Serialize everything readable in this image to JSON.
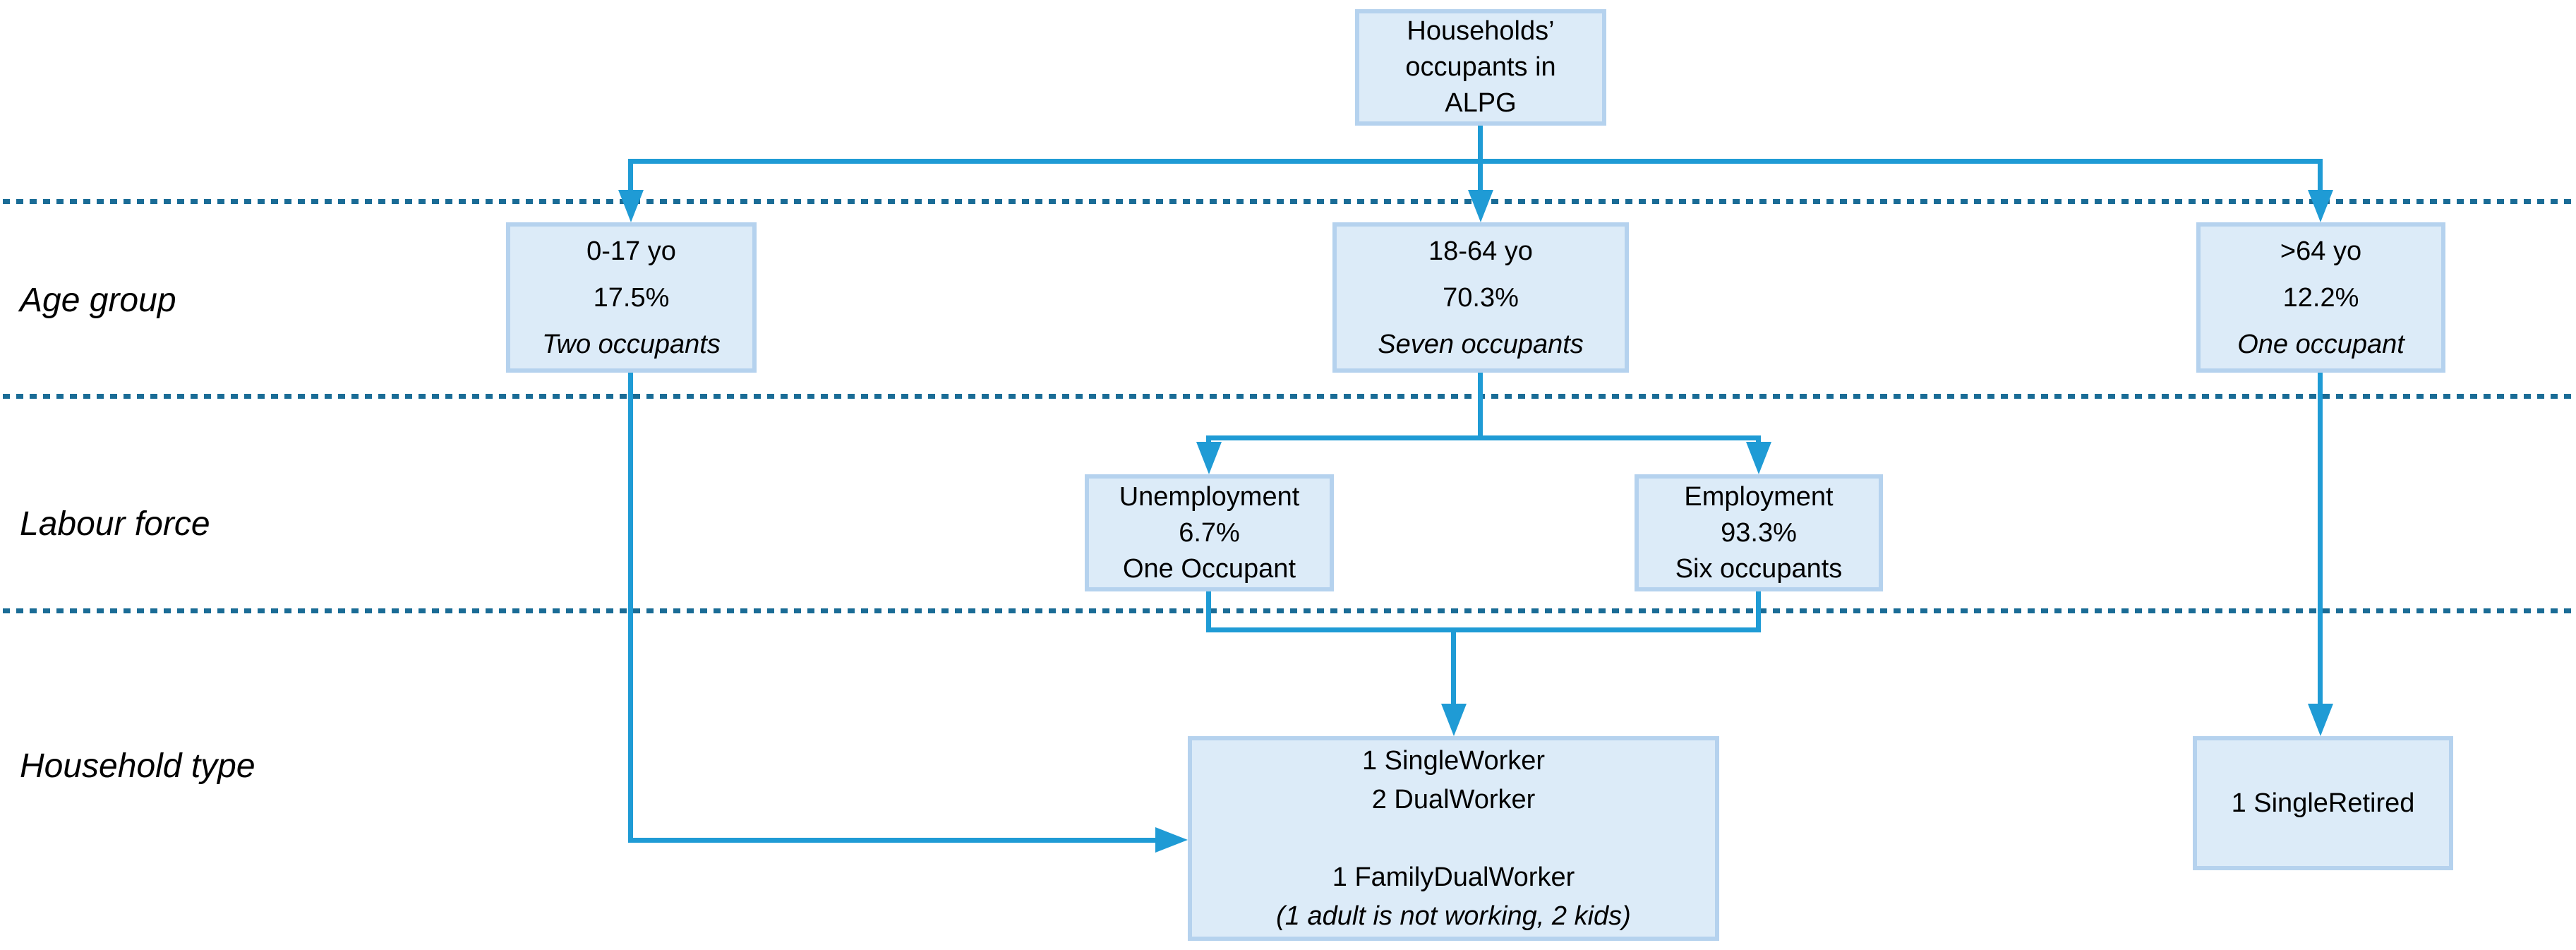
{
  "root": {
    "line1": "Households’",
    "line2": "occupants in",
    "line3": "ALPG"
  },
  "row_labels": {
    "age_group": "Age group",
    "labour_force": "Labour force",
    "household_type": "Household type"
  },
  "age_groups": {
    "child": {
      "range": "0-17 yo",
      "share": "17.5%",
      "occupants": "Two occupants"
    },
    "adult": {
      "range": "18-64 yo",
      "share": "70.3%",
      "occupants": "Seven occupants"
    },
    "senior": {
      "range": ">64 yo",
      "share": "12.2%",
      "occupants": "One occupant"
    }
  },
  "labour_force": {
    "unemployment": {
      "label": "Unemployment",
      "share": "6.7%",
      "occupants": "One Occupant"
    },
    "employment": {
      "label": "Employment",
      "share": "93.3%",
      "occupants": "Six occupants"
    }
  },
  "household_types": {
    "workers": {
      "line1": "1 SingleWorker",
      "line2": "2 DualWorker",
      "line3": "1 FamilyDualWorker",
      "line4": "(1 adult is not working, 2 kids)"
    },
    "retired": {
      "line1": "1 SingleRetired"
    }
  },
  "colors": {
    "arrow": "#1f9bd5",
    "separator": "#1a6c96",
    "node_fill": "#dcebf8",
    "node_border": "#b5d2ee",
    "text": "#000000",
    "background": "#ffffff"
  }
}
